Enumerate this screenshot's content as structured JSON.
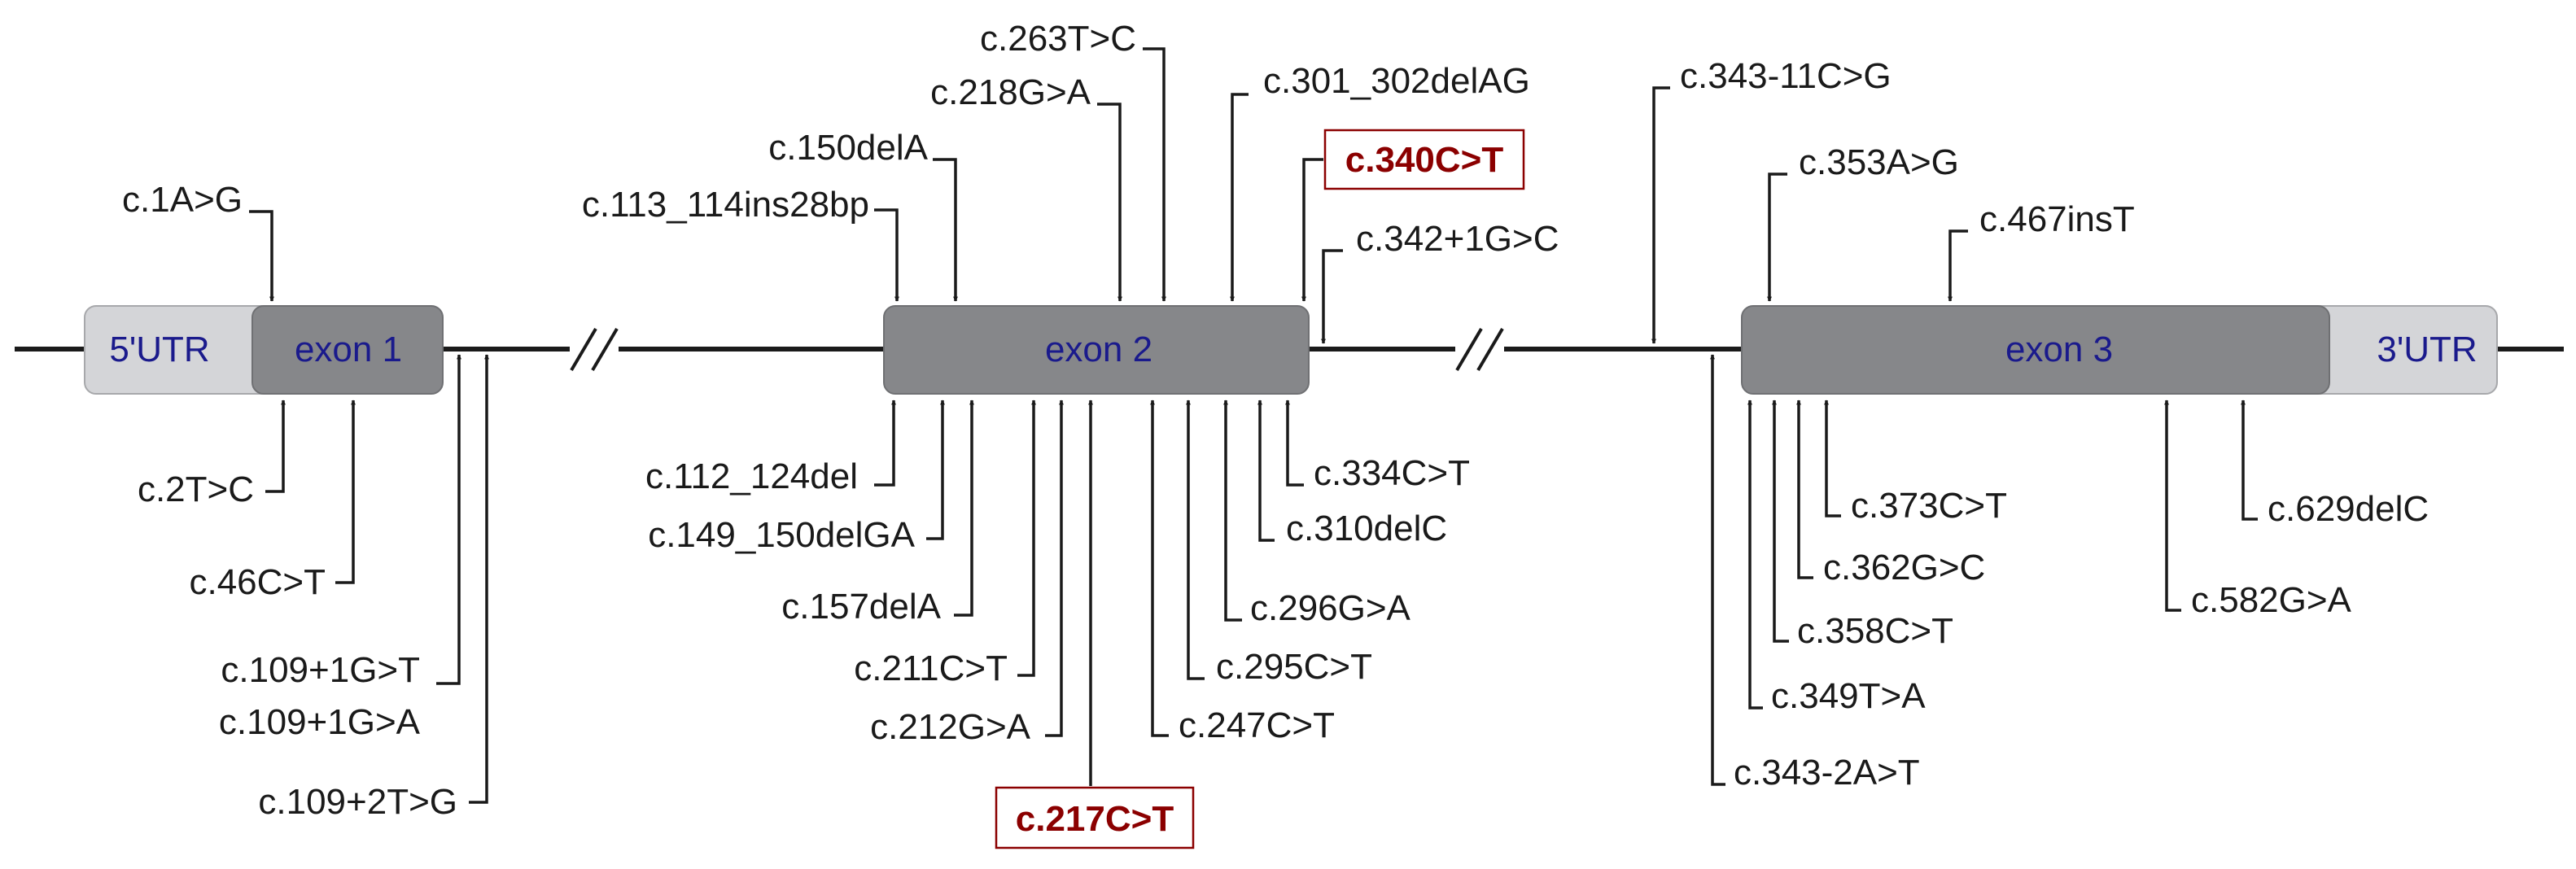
{
  "regions": {
    "utr5": "5'UTR",
    "exon1": "exon 1",
    "exon2": "exon 2",
    "exon3": "exon 3",
    "utr3": "3'UTR"
  },
  "highlight_color": "#8b0000",
  "variants": {
    "c1AG": "c.1A>G",
    "c2TC": "c.2T>C",
    "c46CT": "c.46C>T",
    "c109p1GT": "c.109+1G>T",
    "c109p1GA": "c.109+1G>A",
    "c109p2TG": "c.109+2T>G",
    "c112_124del": "c.112_124del",
    "c113_114ins28bp": "c.113_114ins28bp",
    "c149_150delGA": "c.149_150delGA",
    "c150delA": "c.150delA",
    "c157delA": "c.157delA",
    "c211CT": "c.211C>T",
    "c212GA": "c.212G>A",
    "c217CT": "c.217C>T",
    "c218GA": "c.218G>A",
    "c247CT": "c.247C>T",
    "c263TC": "c.263T>C",
    "c295CT": "c.295C>T",
    "c296GA": "c.296G>A",
    "c301_302delAG": "c.301_302delAG",
    "c310delC": "c.310delC",
    "c334CT": "c.334C>T",
    "c340CT": "c.340C>T",
    "c342p1GC": "c.342+1G>C",
    "c343m11CG": "c.343-11C>G",
    "c343m2AT": "c.343-2A>T",
    "c349TA": "c.349T>A",
    "c353AG": "c.353A>G",
    "c358CT": "c.358C>T",
    "c362GC": "c.362G>C",
    "c373CT": "c.373C>T",
    "c467insT": "c.467insT",
    "c582GA": "c.582G>A",
    "c629delC": "c.629delC"
  }
}
